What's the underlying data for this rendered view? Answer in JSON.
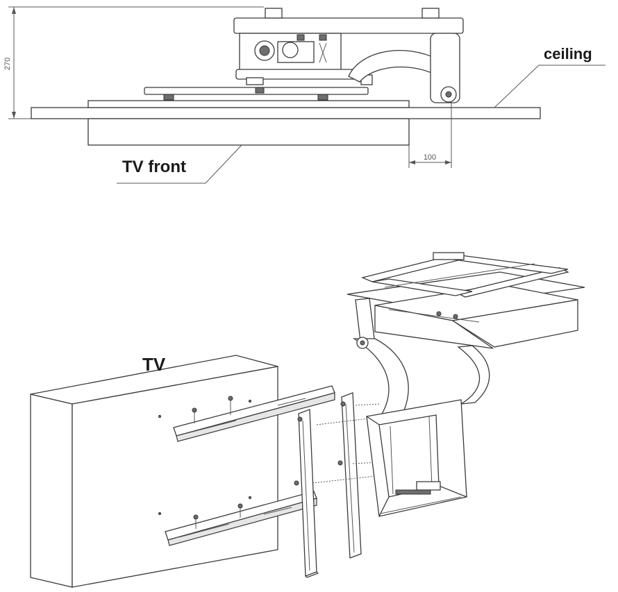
{
  "labels": {
    "ceiling": "ceiling",
    "tv_front": "TV front",
    "tv": "TV"
  },
  "dimensions": {
    "height": "270",
    "offset": "100"
  },
  "colors": {
    "line": "#3a3a3a",
    "label": "#1a1a1a"
  }
}
